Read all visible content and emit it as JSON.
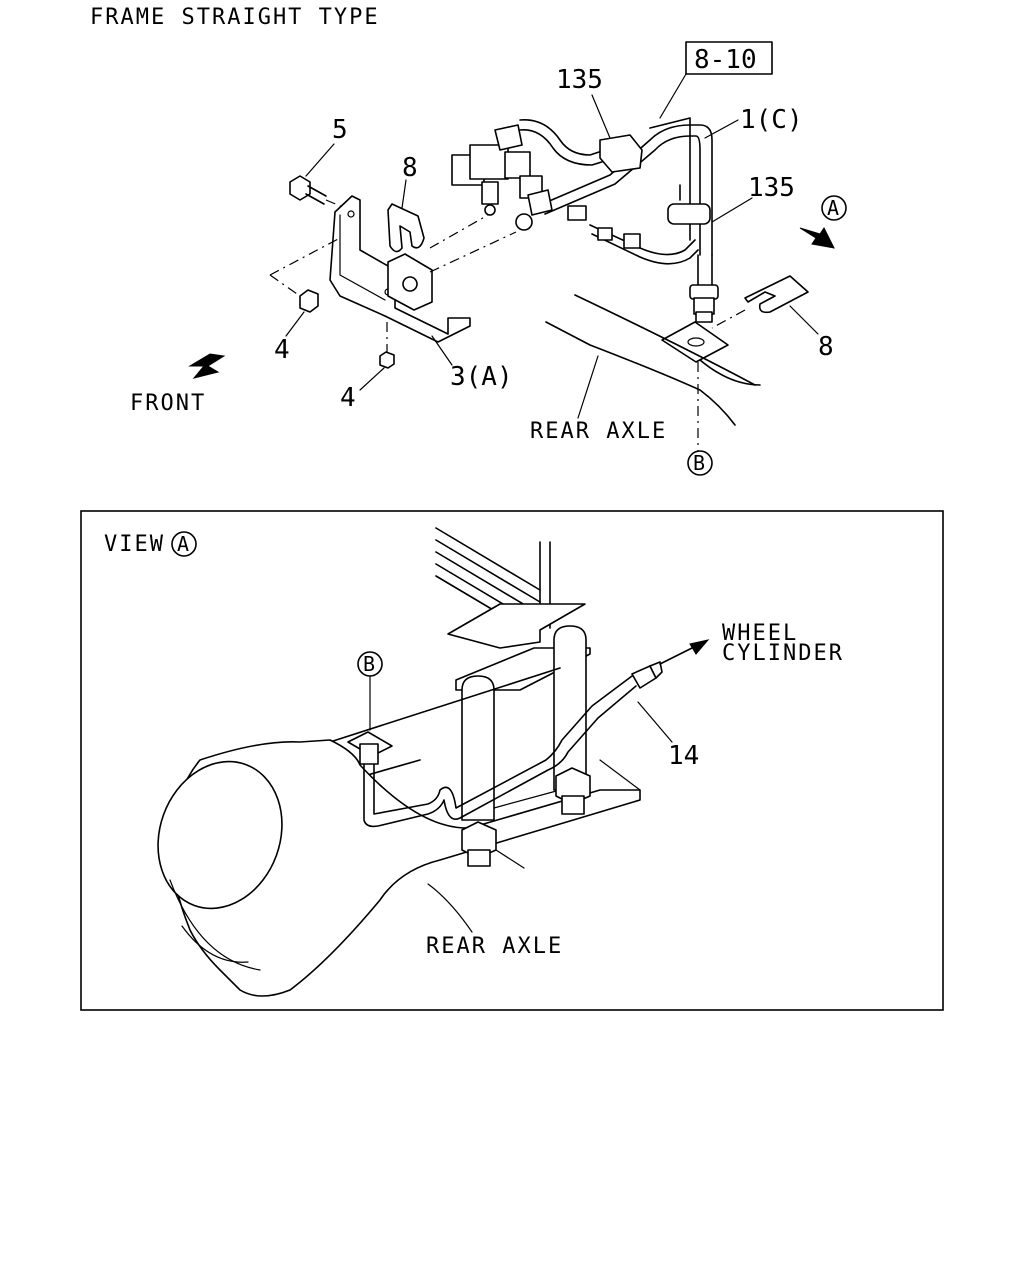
{
  "title": "FRAME STRAIGHT TYPE",
  "upper": {
    "ref_box": "8-10",
    "labels": {
      "p135_top": "135",
      "p1c": "1(C)",
      "p135_right": "135",
      "p5": "5",
      "p8_left": "8",
      "p8_right": "8",
      "p4_a": "4",
      "p4_b": "4",
      "p3a": "3(A)",
      "front": "FRONT",
      "rear_axle": "REAR AXLE",
      "circ_a": "A",
      "circ_b": "B"
    }
  },
  "view": {
    "label": "VIEW",
    "circ_a": "A",
    "circ_b": "B",
    "wheel": "WHEEL",
    "cylinder": "CYLINDER",
    "p14": "14",
    "rear_axle": "REAR AXLE"
  }
}
